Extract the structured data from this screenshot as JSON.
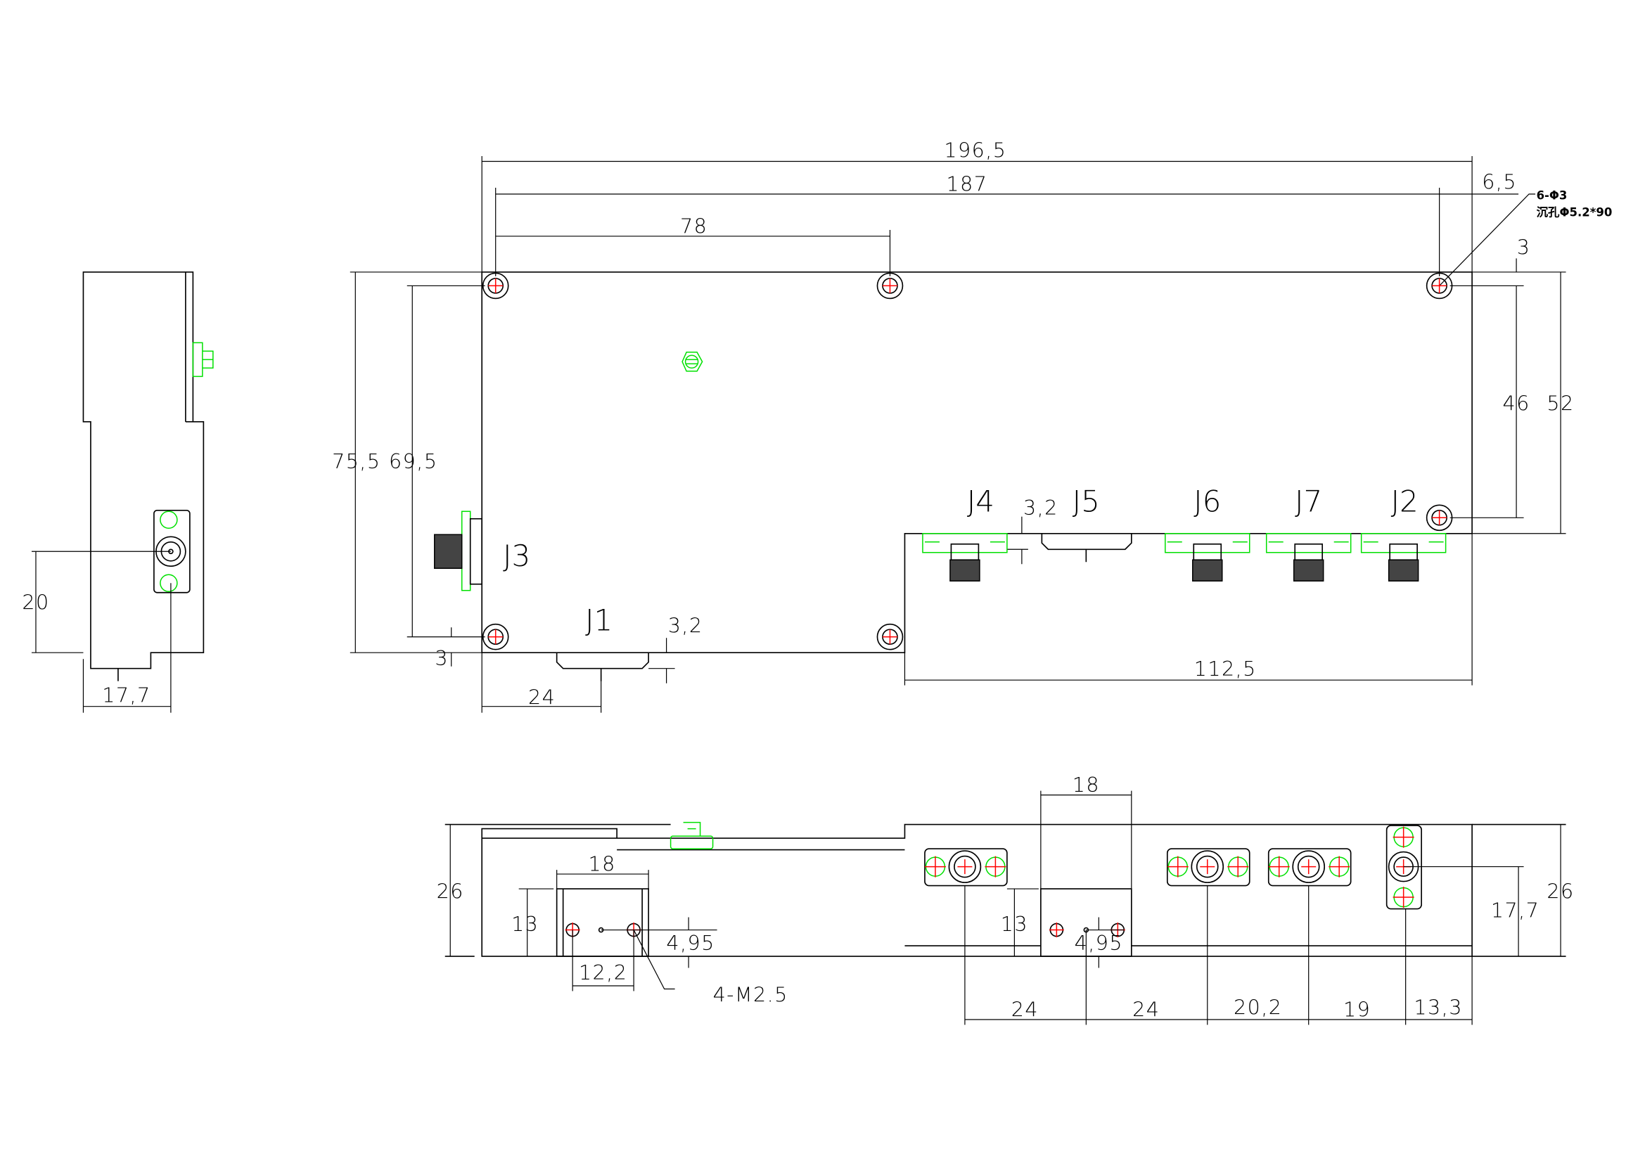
{
  "labels": {
    "j1": "J1",
    "j2": "J2",
    "j3": "J3",
    "j4": "J4",
    "j5": "J5",
    "j6": "J6",
    "j7": "J7"
  },
  "notes": {
    "holes": "6-Φ3",
    "countersink": "沉孔Φ5.2*90",
    "thread": "4-M2.5"
  },
  "top_view_dims": {
    "overall_length": "196,5",
    "hole_span": "187",
    "hole_offset": "78",
    "edge_offset": "6,5",
    "right_hole_inset": "3",
    "hole_span_right": "46",
    "right_height": "52",
    "overall_height": "75,5",
    "hole_span_left": "69,5",
    "bottom_inset": "3",
    "j1_offset": "24",
    "j1_pin": "3,2",
    "step_length": "112,5",
    "j5_pin": "3,2"
  },
  "side_view_dims": {
    "connector_height": "20",
    "connector_offset": "17,7"
  },
  "front_view_dims": {
    "height_left": "26",
    "height_right": "26",
    "j2_height": "17,7",
    "box_width_right": "18",
    "box_width_left": "18",
    "box_height_left": "13",
    "box_height_right": "13",
    "pin_height_left": "4,95",
    "pin_height_right": "4,95",
    "hole_spacing": "12,2",
    "chain": [
      "24",
      "24",
      "20,2",
      "19",
      "13,3"
    ]
  },
  "colors": {
    "outline": "#000000",
    "hardware": "#00e000",
    "center_mark": "#ff0000"
  }
}
